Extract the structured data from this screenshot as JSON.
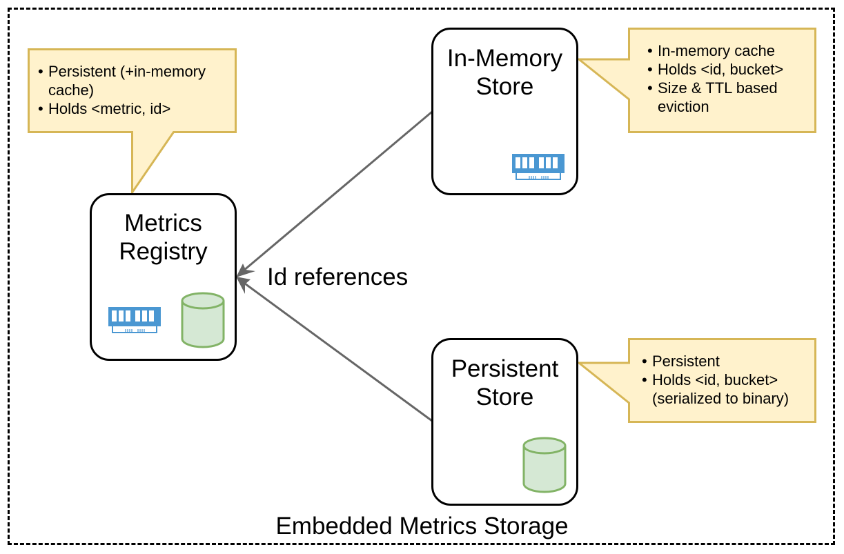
{
  "diagram": {
    "caption": "Embedded Metrics Storage",
    "edge_label": "Id references",
    "nodes": {
      "registry": {
        "title": "Metrics\nRegistry",
        "icons": [
          "memory-icon",
          "database-icon"
        ]
      },
      "in_memory": {
        "title": "In-Memory\nStore",
        "icons": [
          "memory-icon"
        ]
      },
      "persistent": {
        "title": "Persistent\nStore",
        "icons": [
          "database-icon"
        ]
      }
    },
    "callouts": {
      "registry": [
        "Persistent (+in-memory cache)",
        "Holds <metric, id>"
      ],
      "in_memory": [
        "In-memory cache",
        "Holds <id, bucket>",
        "Size & TTL based eviction"
      ],
      "persistent": [
        "Persistent",
        "Holds <id, bucket> (serialized to binary)"
      ]
    },
    "colors": {
      "callout_fill": "#fff2cc",
      "callout_stroke": "#d6b656",
      "memory_icon": "#4a97d2",
      "database_fill": "#d5e8d4",
      "database_stroke": "#82b366",
      "edge": "#666666"
    }
  }
}
